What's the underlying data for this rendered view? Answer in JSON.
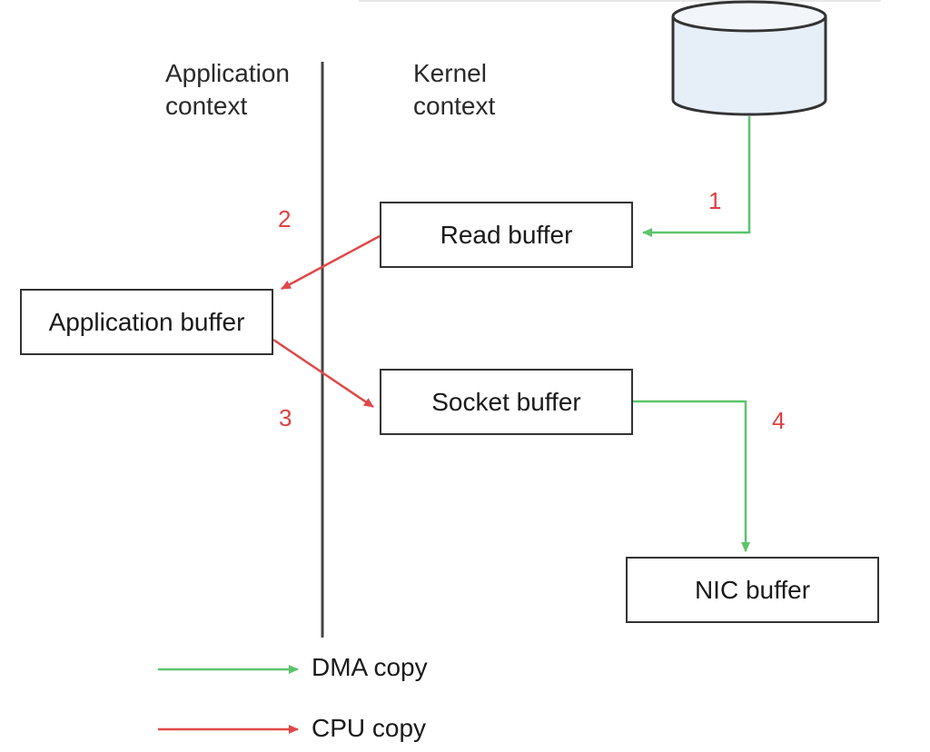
{
  "contexts": {
    "application": [
      "Application",
      "context"
    ],
    "kernel": [
      "Kernel",
      "context"
    ]
  },
  "buffers": {
    "read": "Read buffer",
    "application": "Application buffer",
    "socket": "Socket buffer",
    "nic": "NIC buffer"
  },
  "steps": {
    "one": "1",
    "two": "2",
    "three": "3",
    "four": "4"
  },
  "legend": {
    "dma": "DMA copy",
    "cpu": "CPU copy"
  },
  "colors": {
    "dma": "#5cc46a",
    "cpu": "#e04848",
    "divider": "#444444",
    "disk_fill": "#e6eef8",
    "disk_stroke": "#333333"
  },
  "icons": {
    "disk": "disk-cylinder-icon"
  }
}
